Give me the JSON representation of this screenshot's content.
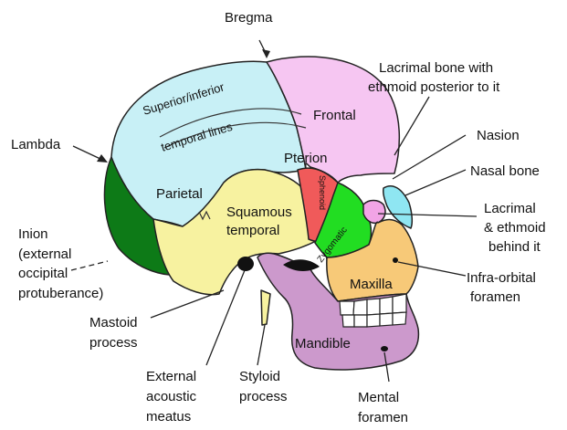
{
  "colors": {
    "parietal": "#c8f0f6",
    "frontal": "#f6c6f2",
    "occipital": "#0d7a17",
    "temporal": "#f7f2a0",
    "sphenoid": "#f05a5a",
    "zygomatic": "#22dd22",
    "maxilla": "#f7c978",
    "mandible": "#cc99cc",
    "nasal": "#8fe6f2",
    "lacrimal": "#f2a4e6",
    "teeth": "#ffffff",
    "outline": "#222222"
  },
  "labels": {
    "bregma": "Bregma",
    "lacrimal_posterior_line1": "Lacrimal bone with",
    "lacrimal_posterior_line2": "ethmoid posterior to it",
    "lambda": "Lambda",
    "nasion": "Nasion",
    "nasal_bone": "Nasal bone",
    "lacrimal_ethmoid_line1": "Lacrimal",
    "lacrimal_ethmoid_line2": "& ethmoid",
    "lacrimal_ethmoid_line3": "behind it",
    "inion_line1": "Inion",
    "inion_line2": "(external",
    "inion_line3": "occipital",
    "inion_line4": "protuberance)",
    "infraorbital_line1": "Infra-orbital",
    "infraorbital_line2": "foramen",
    "mastoid_line1": "Mastoid",
    "mastoid_line2": "process",
    "eam_line1": "External",
    "eam_line2": "acoustic",
    "eam_line3": "meatus",
    "styloid_line1": "Styloid",
    "styloid_line2": "process",
    "mental_line1": "Mental",
    "mental_line2": "foramen"
  },
  "bones": {
    "frontal": "Frontal",
    "parietal": "Parietal",
    "temporal_lines_1": "Superior/inferior",
    "temporal_lines_2": "temporal lines",
    "pterion": "Pterion",
    "squamous_line1": "Squamous",
    "squamous_line2": "temporal",
    "sphenoid": "Sphenoid",
    "zygomatic": "Zygomatic",
    "maxilla": "Maxilla",
    "mandible": "Mandible"
  }
}
